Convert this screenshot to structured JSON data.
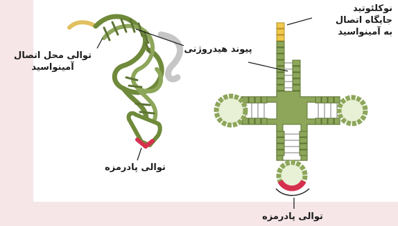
{
  "labels": {
    "amino_attach_line1": "توالی محل اتصال",
    "amino_attach_line2": "آمینواسید",
    "hydrogen_bond": "پیوند هیدروژنی",
    "nucleotide_line1": "نوکلئوتید",
    "nucleotide_line2": "جایگاه اتصال",
    "nucleotide_line3": "به آمینواسید",
    "anticodon_left": "توالی پادرمزه",
    "anticodon_right": "توالی پادرمزه"
  },
  "colors": {
    "stem": "#8da65a",
    "stem_dark": "#5d7434",
    "loop": "#d6e5b4",
    "acceptor": "#f0c84a",
    "anticodon": "#d6304e",
    "ribbon_tail": "#e0c060",
    "ribbon_shadow": "#c6c6c6"
  }
}
